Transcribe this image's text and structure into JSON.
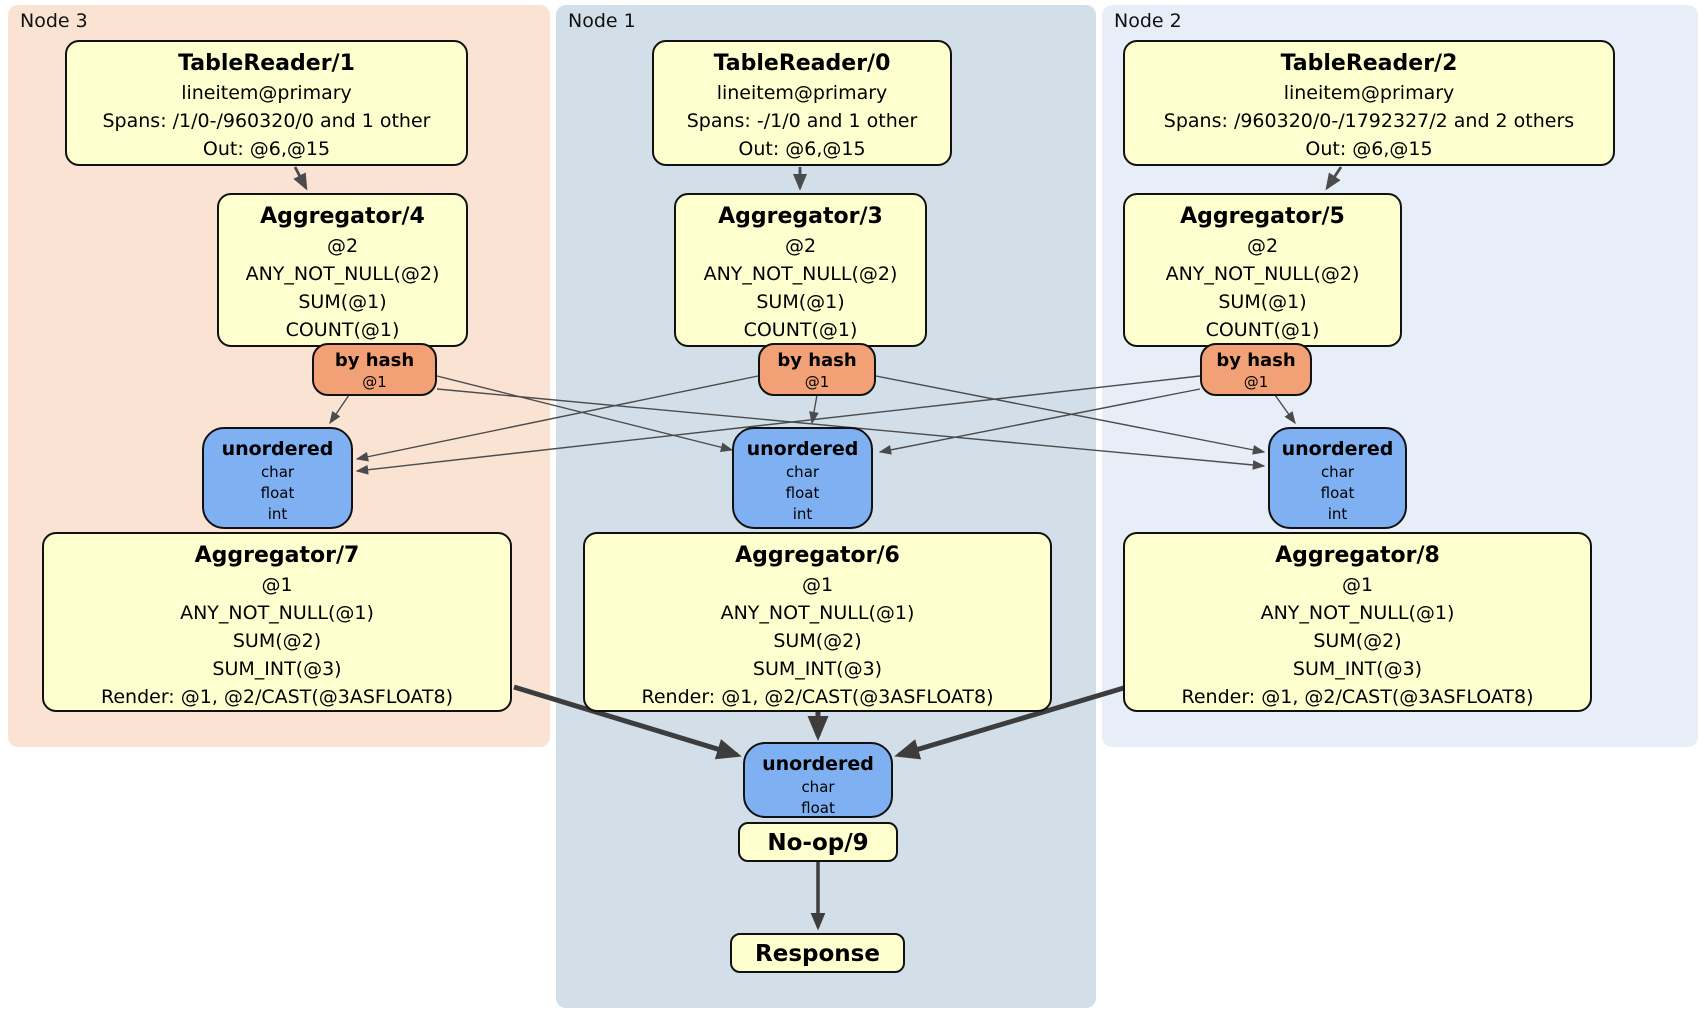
{
  "panels": [
    {
      "label": "Node 3"
    },
    {
      "label": "Node 1"
    },
    {
      "label": "Node 2"
    }
  ],
  "boxes": {
    "tr1": {
      "title": "TableReader/1",
      "lines": [
        "lineitem@primary",
        "Spans: /1/0-/960320/0 and 1 other",
        "Out: @6,@15"
      ]
    },
    "agg4": {
      "title": "Aggregator/4",
      "lines": [
        "@2",
        "ANY_NOT_NULL(@2)",
        "SUM(@1)",
        "COUNT(@1)"
      ]
    },
    "router3": {
      "title": "by hash",
      "lines": [
        "@1"
      ]
    },
    "sync3": {
      "title": "unordered",
      "lines": [
        "char",
        "float",
        "int"
      ]
    },
    "agg7": {
      "title": "Aggregator/7",
      "lines": [
        "@1",
        "ANY_NOT_NULL(@1)",
        "SUM(@2)",
        "SUM_INT(@3)",
        "Render: @1, @2/CAST(@3ASFLOAT8)"
      ]
    },
    "tr0": {
      "title": "TableReader/0",
      "lines": [
        "lineitem@primary",
        "Spans: -/1/0 and 1 other",
        "Out: @6,@15"
      ]
    },
    "agg3": {
      "title": "Aggregator/3",
      "lines": [
        "@2",
        "ANY_NOT_NULL(@2)",
        "SUM(@1)",
        "COUNT(@1)"
      ]
    },
    "router1": {
      "title": "by hash",
      "lines": [
        "@1"
      ]
    },
    "sync1": {
      "title": "unordered",
      "lines": [
        "char",
        "float",
        "int"
      ]
    },
    "agg6": {
      "title": "Aggregator/6",
      "lines": [
        "@1",
        "ANY_NOT_NULL(@1)",
        "SUM(@2)",
        "SUM_INT(@3)",
        "Render: @1, @2/CAST(@3ASFLOAT8)"
      ]
    },
    "tr2": {
      "title": "TableReader/2",
      "lines": [
        "lineitem@primary",
        "Spans: /960320/0-/1792327/2 and 2 others",
        "Out: @6,@15"
      ]
    },
    "agg5": {
      "title": "Aggregator/5",
      "lines": [
        "@2",
        "ANY_NOT_NULL(@2)",
        "SUM(@1)",
        "COUNT(@1)"
      ]
    },
    "router2": {
      "title": "by hash",
      "lines": [
        "@1"
      ]
    },
    "sync2": {
      "title": "unordered",
      "lines": [
        "char",
        "float",
        "int"
      ]
    },
    "agg8": {
      "title": "Aggregator/8",
      "lines": [
        "@1",
        "ANY_NOT_NULL(@1)",
        "SUM(@2)",
        "SUM_INT(@3)",
        "Render: @1, @2/CAST(@3ASFLOAT8)"
      ]
    },
    "syncFinal": {
      "title": "unordered",
      "lines": [
        "char",
        "float"
      ]
    },
    "noop": {
      "title": "No-op/9"
    },
    "response": {
      "title": "Response"
    }
  },
  "colors": {
    "panelNode3": "#fbe3d4",
    "panelNode1": "#d3dfe8",
    "panelNode2": "#e8eef8",
    "processor": "#feffcf",
    "router": "#f2a176",
    "sync": "#7fb1f2",
    "border": "#111111",
    "edge": "#4b4b4b",
    "edgeThick": "#3d3d3d",
    "text": "#000000"
  }
}
